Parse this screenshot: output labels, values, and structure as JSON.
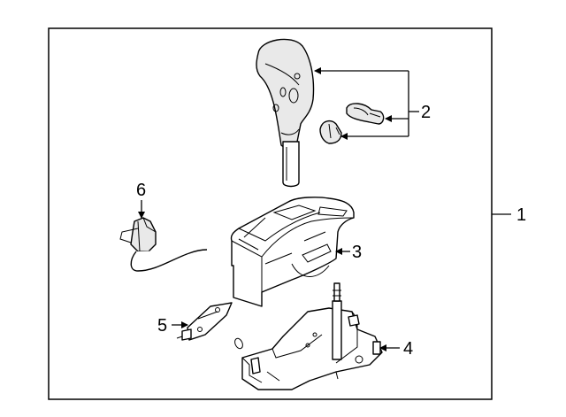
{
  "callouts": {
    "c1": "1",
    "c2": "2",
    "c3": "3",
    "c4": "4",
    "c5": "5",
    "c6": "6"
  },
  "colors": {
    "line": "#000000",
    "fill": "#e9e9e9",
    "background": "#ffffff"
  }
}
